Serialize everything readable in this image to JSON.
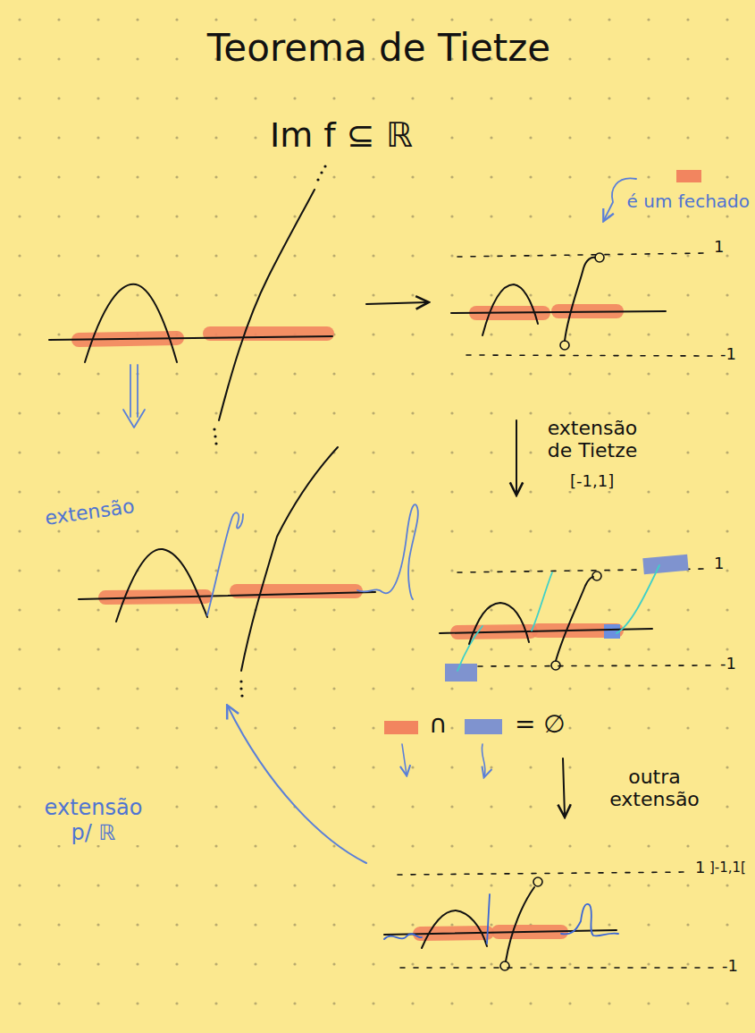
{
  "diagram": {
    "title": "Teorema de Tietze",
    "labels": [
      "Im f ⊆ ℝ",
      "1",
      "-1",
      "extensão",
      "extensão de Tietze",
      "[-1,1]",
      "1",
      "-1",
      "∩",
      "= ∅",
      "outra extensão",
      "1",
      "]-1,1[",
      "-1",
      "extensão p/ ℝ"
    ],
    "legend": [
      {
        "text": "é um fechado",
        "color": "#f2855f"
      }
    ]
  }
}
